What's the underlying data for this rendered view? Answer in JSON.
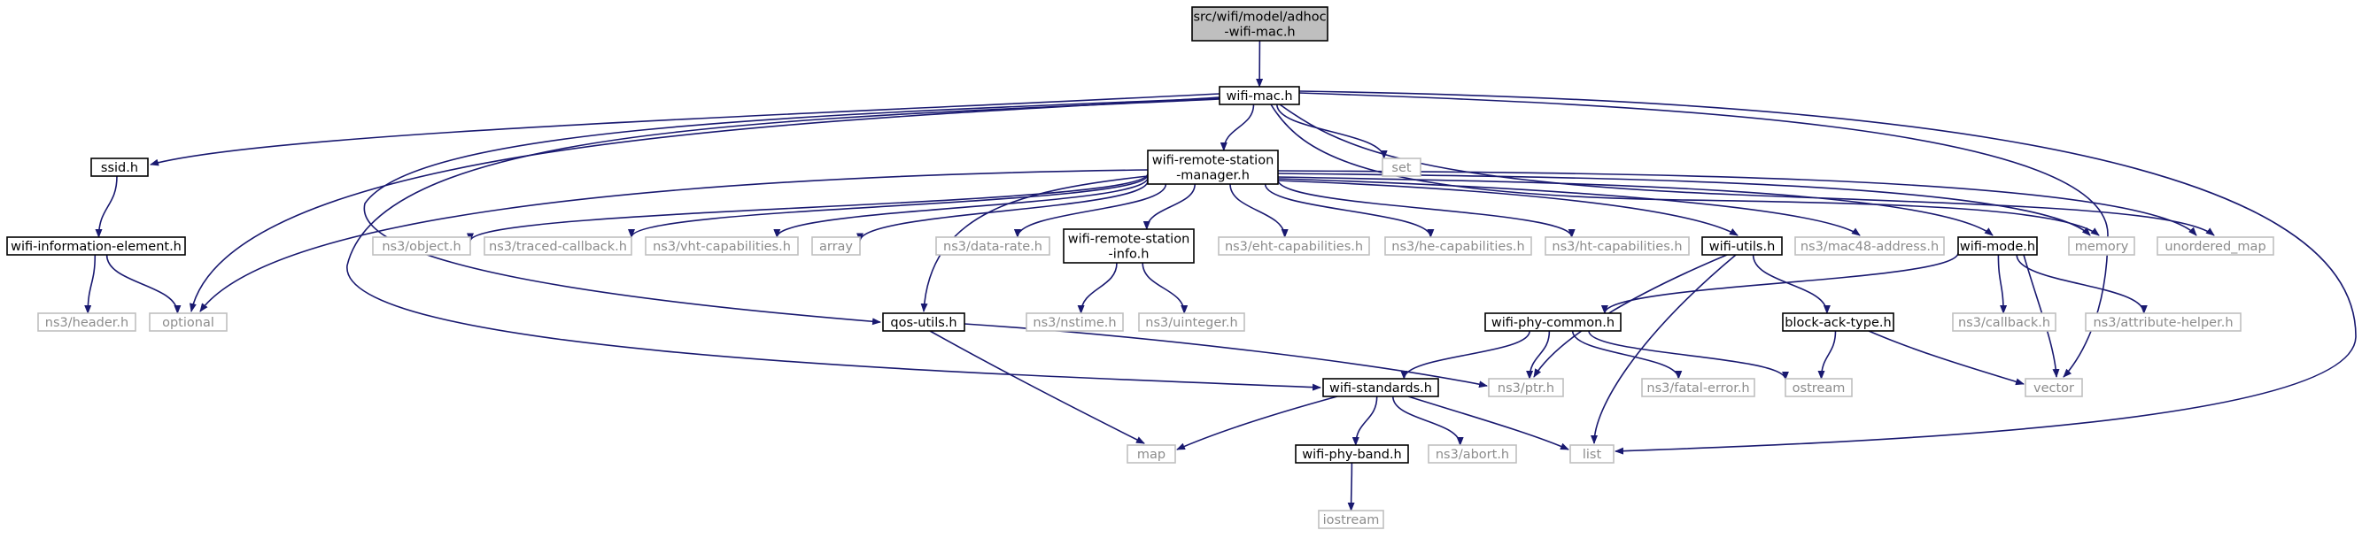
{
  "colors": {
    "edge": "#191970",
    "node_border": "#000000",
    "external_border": "#bfbfbf",
    "root_fill": "#bfbfbf",
    "node_fill": "#ffffff",
    "external_text": "#8c8c8c"
  },
  "nodes": [
    {
      "id": "root",
      "lines": [
        "src/wifi/model/adhoc",
        "-wifi-mac.h"
      ],
      "kind": "root"
    },
    {
      "id": "wifi-mac",
      "lines": [
        "wifi-mac.h"
      ],
      "kind": "file"
    },
    {
      "id": "ssid",
      "lines": [
        "ssid.h"
      ],
      "kind": "file"
    },
    {
      "id": "wifi-information-element",
      "lines": [
        "wifi-information-element.h"
      ],
      "kind": "file"
    },
    {
      "id": "ns3-header",
      "lines": [
        "ns3/header.h"
      ],
      "kind": "external"
    },
    {
      "id": "optional",
      "lines": [
        "optional"
      ],
      "kind": "external"
    },
    {
      "id": "set",
      "lines": [
        "set"
      ],
      "kind": "external"
    },
    {
      "id": "wifi-remote-station-manager",
      "lines": [
        "wifi-remote-station",
        "-manager.h"
      ],
      "kind": "file"
    },
    {
      "id": "ns3-object",
      "lines": [
        "ns3/object.h"
      ],
      "kind": "external"
    },
    {
      "id": "ns3-traced-callback",
      "lines": [
        "ns3/traced-callback.h"
      ],
      "kind": "external"
    },
    {
      "id": "ns3-vht-capabilities",
      "lines": [
        "ns3/vht-capabilities.h"
      ],
      "kind": "external"
    },
    {
      "id": "array",
      "lines": [
        "array"
      ],
      "kind": "external"
    },
    {
      "id": "ns3-data-rate",
      "lines": [
        "ns3/data-rate.h"
      ],
      "kind": "external"
    },
    {
      "id": "wifi-remote-station-info",
      "lines": [
        "wifi-remote-station",
        "-info.h"
      ],
      "kind": "file"
    },
    {
      "id": "ns3-eht-capabilities",
      "lines": [
        "ns3/eht-capabilities.h"
      ],
      "kind": "external"
    },
    {
      "id": "ns3-he-capabilities",
      "lines": [
        "ns3/he-capabilities.h"
      ],
      "kind": "external"
    },
    {
      "id": "ns3-ht-capabilities",
      "lines": [
        "ns3/ht-capabilities.h"
      ],
      "kind": "external"
    },
    {
      "id": "wifi-utils",
      "lines": [
        "wifi-utils.h"
      ],
      "kind": "file"
    },
    {
      "id": "ns3-mac48-address",
      "lines": [
        "ns3/mac48-address.h"
      ],
      "kind": "external"
    },
    {
      "id": "wifi-mode",
      "lines": [
        "wifi-mode.h"
      ],
      "kind": "file"
    },
    {
      "id": "memory",
      "lines": [
        "memory"
      ],
      "kind": "external"
    },
    {
      "id": "unordered_map",
      "lines": [
        "unordered_map"
      ],
      "kind": "external"
    },
    {
      "id": "qos-utils",
      "lines": [
        "qos-utils.h"
      ],
      "kind": "file"
    },
    {
      "id": "ns3-nstime",
      "lines": [
        "ns3/nstime.h"
      ],
      "kind": "external"
    },
    {
      "id": "ns3-uinteger",
      "lines": [
        "ns3/uinteger.h"
      ],
      "kind": "external"
    },
    {
      "id": "wifi-phy-common",
      "lines": [
        "wifi-phy-common.h"
      ],
      "kind": "file"
    },
    {
      "id": "block-ack-type",
      "lines": [
        "block-ack-type.h"
      ],
      "kind": "file"
    },
    {
      "id": "ns3-callback",
      "lines": [
        "ns3/callback.h"
      ],
      "kind": "external"
    },
    {
      "id": "ns3-attribute-helper",
      "lines": [
        "ns3/attribute-helper.h"
      ],
      "kind": "external"
    },
    {
      "id": "wifi-standards",
      "lines": [
        "wifi-standards.h"
      ],
      "kind": "file"
    },
    {
      "id": "ns3-ptr",
      "lines": [
        "ns3/ptr.h"
      ],
      "kind": "external"
    },
    {
      "id": "ns3-fatal-error",
      "lines": [
        "ns3/fatal-error.h"
      ],
      "kind": "external"
    },
    {
      "id": "ostream",
      "lines": [
        "ostream"
      ],
      "kind": "external"
    },
    {
      "id": "vector",
      "lines": [
        "vector"
      ],
      "kind": "external"
    },
    {
      "id": "map",
      "lines": [
        "map"
      ],
      "kind": "external"
    },
    {
      "id": "wifi-phy-band",
      "lines": [
        "wifi-phy-band.h"
      ],
      "kind": "file"
    },
    {
      "id": "ns3-abort",
      "lines": [
        "ns3/abort.h"
      ],
      "kind": "external"
    },
    {
      "id": "list",
      "lines": [
        "list"
      ],
      "kind": "external"
    },
    {
      "id": "iostream",
      "lines": [
        "iostream"
      ],
      "kind": "external"
    }
  ],
  "edges": [
    [
      "root",
      "wifi-mac"
    ],
    [
      "wifi-mac",
      "ssid"
    ],
    [
      "wifi-mac",
      "optional"
    ],
    [
      "wifi-mac",
      "set"
    ],
    [
      "wifi-mac",
      "wifi-remote-station-manager"
    ],
    [
      "wifi-mac",
      "qos-utils"
    ],
    [
      "wifi-mac",
      "wifi-standards"
    ],
    [
      "wifi-mac",
      "memory"
    ],
    [
      "wifi-mac",
      "unordered_map"
    ],
    [
      "wifi-mac",
      "vector"
    ],
    [
      "wifi-mac",
      "list"
    ],
    [
      "ssid",
      "wifi-information-element"
    ],
    [
      "wifi-information-element",
      "ns3-header"
    ],
    [
      "wifi-information-element",
      "optional"
    ],
    [
      "wifi-remote-station-manager",
      "optional"
    ],
    [
      "wifi-remote-station-manager",
      "ns3-object"
    ],
    [
      "wifi-remote-station-manager",
      "ns3-traced-callback"
    ],
    [
      "wifi-remote-station-manager",
      "ns3-vht-capabilities"
    ],
    [
      "wifi-remote-station-manager",
      "array"
    ],
    [
      "wifi-remote-station-manager",
      "ns3-data-rate"
    ],
    [
      "wifi-remote-station-manager",
      "wifi-remote-station-info"
    ],
    [
      "wifi-remote-station-manager",
      "ns3-eht-capabilities"
    ],
    [
      "wifi-remote-station-manager",
      "ns3-he-capabilities"
    ],
    [
      "wifi-remote-station-manager",
      "ns3-ht-capabilities"
    ],
    [
      "wifi-remote-station-manager",
      "wifi-utils"
    ],
    [
      "wifi-remote-station-manager",
      "ns3-mac48-address"
    ],
    [
      "wifi-remote-station-manager",
      "wifi-mode"
    ],
    [
      "wifi-remote-station-manager",
      "memory"
    ],
    [
      "wifi-remote-station-manager",
      "unordered_map"
    ],
    [
      "wifi-remote-station-manager",
      "qos-utils"
    ],
    [
      "wifi-remote-station-info",
      "ns3-nstime"
    ],
    [
      "wifi-remote-station-info",
      "ns3-uinteger"
    ],
    [
      "wifi-utils",
      "block-ack-type"
    ],
    [
      "wifi-utils",
      "ns3-ptr"
    ],
    [
      "wifi-utils",
      "list"
    ],
    [
      "wifi-mode",
      "wifi-phy-common"
    ],
    [
      "wifi-mode",
      "ns3-callback"
    ],
    [
      "wifi-mode",
      "ns3-attribute-helper"
    ],
    [
      "wifi-mode",
      "vector"
    ],
    [
      "qos-utils",
      "ns3-ptr"
    ],
    [
      "qos-utils",
      "map"
    ],
    [
      "wifi-phy-common",
      "wifi-standards"
    ],
    [
      "wifi-phy-common",
      "ns3-ptr"
    ],
    [
      "wifi-phy-common",
      "ns3-fatal-error"
    ],
    [
      "wifi-phy-common",
      "ostream"
    ],
    [
      "block-ack-type",
      "ostream"
    ],
    [
      "block-ack-type",
      "vector"
    ],
    [
      "wifi-standards",
      "map"
    ],
    [
      "wifi-standards",
      "wifi-phy-band"
    ],
    [
      "wifi-standards",
      "ns3-abort"
    ],
    [
      "wifi-standards",
      "list"
    ],
    [
      "wifi-phy-band",
      "iostream"
    ]
  ]
}
